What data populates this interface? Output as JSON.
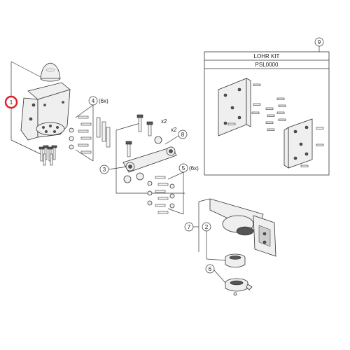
{
  "callouts": [
    {
      "id": "1",
      "label": "1",
      "highlighted": true
    },
    {
      "id": "2",
      "label": "2"
    },
    {
      "id": "3",
      "label": "3"
    },
    {
      "id": "4",
      "label": "4",
      "qty": "(6x)"
    },
    {
      "id": "5",
      "label": "5",
      "qty": "(6x)"
    },
    {
      "id": "6",
      "label": "6"
    },
    {
      "id": "7",
      "label": "7"
    },
    {
      "id": "8",
      "label": "8"
    },
    {
      "id": "9",
      "label": "9"
    }
  ],
  "kit_box": {
    "title": "LOHR KIT",
    "code": "PSL0000"
  },
  "small_marks": [
    "x2",
    "x2"
  ],
  "colors": {
    "highlight": "#e2202a",
    "line": "#333333"
  }
}
